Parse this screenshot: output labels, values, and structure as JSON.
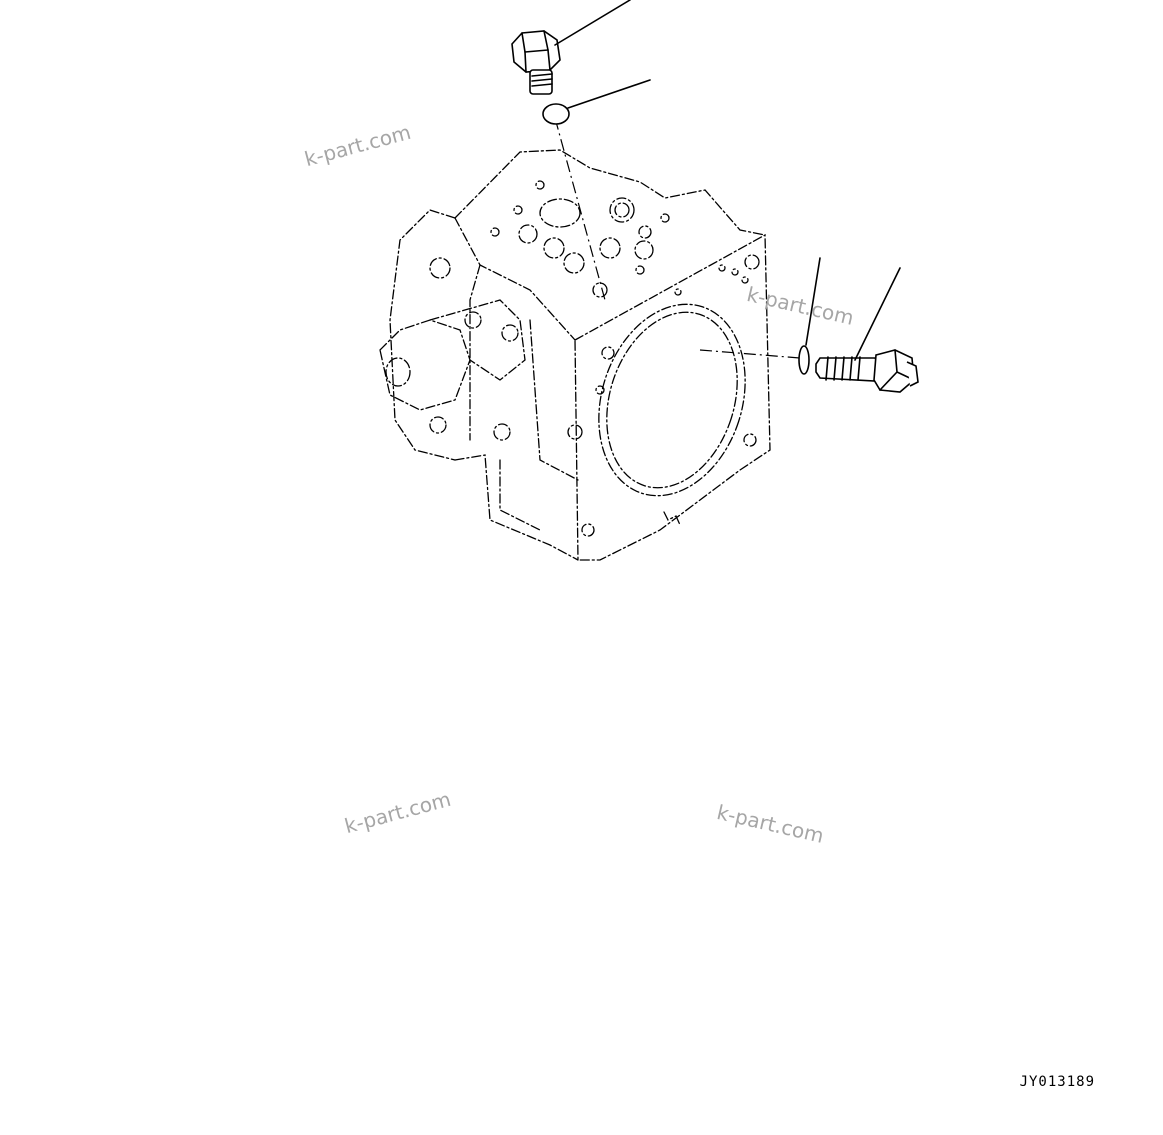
{
  "watermarks": [
    "k-part.com",
    "k-part.com",
    "k-part.com",
    "k-part.com"
  ],
  "drawing_code": "JY013189",
  "parts": [
    {
      "name": "plug-bolt-top",
      "icon": "hex-plug-icon"
    },
    {
      "name": "o-ring-top",
      "icon": "o-ring-icon"
    },
    {
      "name": "o-ring-side",
      "icon": "o-ring-icon"
    },
    {
      "name": "bolt-side",
      "icon": "hex-bolt-icon"
    }
  ],
  "colors": {
    "line": "#000000",
    "watermark": "#a6a6a6",
    "background": "#ffffff"
  }
}
